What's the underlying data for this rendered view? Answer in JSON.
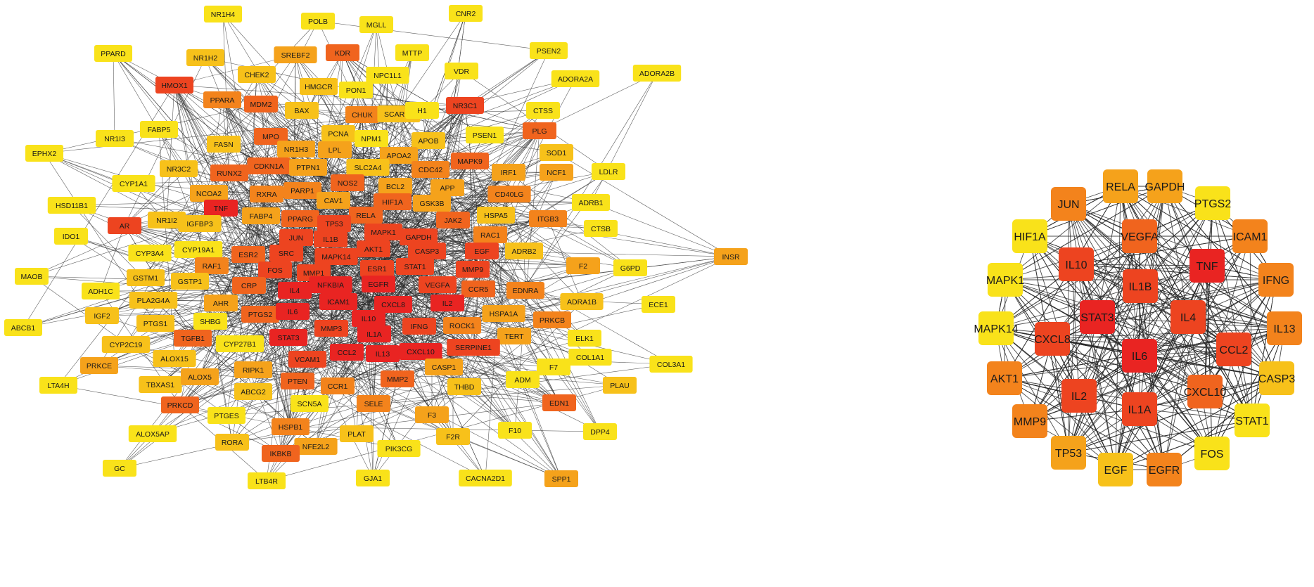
{
  "colors": {
    "level_0": "#f9e21a",
    "level_1": "#f7c11a",
    "level_2": "#f5a21b",
    "level_3": "#f3831c",
    "level_4": "#f0641e",
    "level_5": "#ed4420",
    "level_6": "#e92422",
    "edge": "#2b2b2b"
  },
  "full_network": {
    "nodes": [
      {
        "label": "NR1H4",
        "level": 0
      },
      {
        "label": "POLB",
        "level": 0
      },
      {
        "label": "MGLL",
        "level": 0
      },
      {
        "label": "CNR2",
        "level": 0
      },
      {
        "label": "PPARD",
        "level": 0
      },
      {
        "label": "NR1H2",
        "level": 1
      },
      {
        "label": "SREBF2",
        "level": 2
      },
      {
        "label": "KDR",
        "level": 4
      },
      {
        "label": "MTTP",
        "level": 0
      },
      {
        "label": "PSEN2",
        "level": 0
      },
      {
        "label": "ADORA2A",
        "level": 0
      },
      {
        "label": "ADORA2B",
        "level": 0
      },
      {
        "label": "CHEK2",
        "level": 1
      },
      {
        "label": "NPC1L1",
        "level": 0
      },
      {
        "label": "VDR",
        "level": 0
      },
      {
        "label": "HMOX1",
        "level": 5
      },
      {
        "label": "HMGCR",
        "level": 1
      },
      {
        "label": "PON1",
        "level": 0
      },
      {
        "label": "PPARA",
        "level": 3
      },
      {
        "label": "MDM2",
        "level": 4
      },
      {
        "label": "BAX",
        "level": 1
      },
      {
        "label": "CHUK",
        "level": 3
      },
      {
        "label": "SCARB1",
        "level": 1
      },
      {
        "label": "H1",
        "level": 0
      },
      {
        "label": "NR3C1",
        "level": 5
      },
      {
        "label": "CTSS",
        "level": 0
      },
      {
        "label": "FABP5",
        "level": 0
      },
      {
        "label": "MPO",
        "level": 4
      },
      {
        "label": "PCNA",
        "level": 1
      },
      {
        "label": "NPM1",
        "level": 0
      },
      {
        "label": "APOB",
        "level": 1
      },
      {
        "label": "PSEN1",
        "level": 0
      },
      {
        "label": "PLG",
        "level": 4
      },
      {
        "label": "NR1I3",
        "level": 0
      },
      {
        "label": "FASN",
        "level": 1
      },
      {
        "label": "NR1H3",
        "level": 2
      },
      {
        "label": "LPL",
        "level": 2
      },
      {
        "label": "APOA2",
        "level": 2
      },
      {
        "label": "MAPK9",
        "level": 4
      },
      {
        "label": "SOD1",
        "level": 1
      },
      {
        "label": "EPHX2",
        "level": 0
      },
      {
        "label": "NR3C2",
        "level": 1
      },
      {
        "label": "RUNX2",
        "level": 4
      },
      {
        "label": "CDKN1A",
        "level": 4
      },
      {
        "label": "PTPN1",
        "level": 2
      },
      {
        "label": "SLC2A4",
        "level": 1
      },
      {
        "label": "CDC42",
        "level": 3
      },
      {
        "label": "IRF1",
        "level": 2
      },
      {
        "label": "NCF1",
        "level": 2
      },
      {
        "label": "LDLR",
        "level": 0
      },
      {
        "label": "CYP1A1",
        "level": 0
      },
      {
        "label": "NCOA2",
        "level": 2
      },
      {
        "label": "NOS2",
        "level": 4
      },
      {
        "label": "BCL2",
        "level": 2
      },
      {
        "label": "APP",
        "level": 2
      },
      {
        "label": "CD40LG",
        "level": 3
      },
      {
        "label": "RXRA",
        "level": 3
      },
      {
        "label": "PARP1",
        "level": 3
      },
      {
        "label": "HSD11B1",
        "level": 0
      },
      {
        "label": "TNF",
        "level": 6
      },
      {
        "label": "CAV1",
        "level": 2
      },
      {
        "label": "HIF1A",
        "level": 4
      },
      {
        "label": "GSK3B",
        "level": 2
      },
      {
        "label": "ADRB1",
        "level": 0
      },
      {
        "label": "AR",
        "level": 5
      },
      {
        "label": "NR1I2",
        "level": 1
      },
      {
        "label": "IGFBP3",
        "level": 1
      },
      {
        "label": "FABP4",
        "level": 2
      },
      {
        "label": "PPARG",
        "level": 4
      },
      {
        "label": "RELA",
        "level": 4
      },
      {
        "label": "JAK2",
        "level": 4
      },
      {
        "label": "HSPA5",
        "level": 1
      },
      {
        "label": "ITGB3",
        "level": 3
      },
      {
        "label": "IDO1",
        "level": 0
      },
      {
        "label": "TP53",
        "level": 5
      },
      {
        "label": "CTSB",
        "level": 0
      },
      {
        "label": "INSR",
        "level": 2
      },
      {
        "label": "JUN",
        "level": 5
      },
      {
        "label": "IL1B",
        "level": 5
      },
      {
        "label": "MAPK1",
        "level": 5
      },
      {
        "label": "RAC1",
        "level": 3
      },
      {
        "label": "CYP3A4",
        "level": 0
      },
      {
        "label": "CYP19A1",
        "level": 0
      },
      {
        "label": "ESR2",
        "level": 4
      },
      {
        "label": "SRC",
        "level": 5
      },
      {
        "label": "GAPDH",
        "level": 5
      },
      {
        "label": "AKT1",
        "level": 5
      },
      {
        "label": "CASP3",
        "level": 5
      },
      {
        "label": "EGF",
        "level": 5
      },
      {
        "label": "ADRB2",
        "level": 1
      },
      {
        "label": "MAOB",
        "level": 0
      },
      {
        "label": "RAF1",
        "level": 3
      },
      {
        "label": "MAPK14",
        "level": 5
      },
      {
        "label": "ESR1",
        "level": 5
      },
      {
        "label": "STAT1",
        "level": 5
      },
      {
        "label": "F2",
        "level": 2
      },
      {
        "label": "G6PD",
        "level": 0
      },
      {
        "label": "GSTM1",
        "level": 1
      },
      {
        "label": "FOS",
        "level": 5
      },
      {
        "label": "MMP1",
        "level": 5
      },
      {
        "label": "MMP9",
        "level": 5
      },
      {
        "label": "ADH1C",
        "level": 0
      },
      {
        "label": "GSTP1",
        "level": 1
      },
      {
        "label": "CRP",
        "level": 4
      },
      {
        "label": "NFKBIA",
        "level": 6
      },
      {
        "label": "EGFR",
        "level": 6
      },
      {
        "label": "VEGFA",
        "level": 5
      },
      {
        "label": "EDNRA",
        "level": 3
      },
      {
        "label": "IL4",
        "level": 6
      },
      {
        "label": "CCR5",
        "level": 4
      },
      {
        "label": "PLA2G4A",
        "level": 1
      },
      {
        "label": "AHR",
        "level": 2
      },
      {
        "label": "ADRA1B",
        "level": 1
      },
      {
        "label": "ECE1",
        "level": 0
      },
      {
        "label": "ICAM1",
        "level": 6
      },
      {
        "label": "CXCL8",
        "level": 6
      },
      {
        "label": "IGF2",
        "level": 1
      },
      {
        "label": "PTGS2",
        "level": 4
      },
      {
        "label": "IL6",
        "level": 6
      },
      {
        "label": "IL2",
        "level": 6
      },
      {
        "label": "HSPA1A",
        "level": 2
      },
      {
        "label": "SHBG",
        "level": 0
      },
      {
        "label": "IL10",
        "level": 6
      },
      {
        "label": "ROCK1",
        "level": 3
      },
      {
        "label": "PRKCB",
        "level": 3
      },
      {
        "label": "ABCB1",
        "level": 0
      },
      {
        "label": "PTGS1",
        "level": 1
      },
      {
        "label": "MMP3",
        "level": 5
      },
      {
        "label": "IFNG",
        "level": 5
      },
      {
        "label": "TGFB1",
        "level": 4
      },
      {
        "label": "IL1A",
        "level": 6
      },
      {
        "label": "TERT",
        "level": 2
      },
      {
        "label": "STAT3",
        "level": 6
      },
      {
        "label": "CYP27B1",
        "level": 0
      },
      {
        "label": "ELK1",
        "level": 0
      },
      {
        "label": "CYP2C19",
        "level": 1
      },
      {
        "label": "SERPINE1",
        "level": 5
      },
      {
        "label": "CCL2",
        "level": 6
      },
      {
        "label": "IL13",
        "level": 6
      },
      {
        "label": "CXCL10",
        "level": 6
      },
      {
        "label": "ALOX15",
        "level": 1
      },
      {
        "label": "PRKCE",
        "level": 2
      },
      {
        "label": "VCAM1",
        "level": 5
      },
      {
        "label": "COL1A1",
        "level": 0
      },
      {
        "label": "COL3A1",
        "level": 0
      },
      {
        "label": "RIPK1",
        "level": 2
      },
      {
        "label": "F7",
        "level": 0
      },
      {
        "label": "CASP1",
        "level": 2
      },
      {
        "label": "TBXAS1",
        "level": 1
      },
      {
        "label": "ALOX5",
        "level": 2
      },
      {
        "label": "LTA4H",
        "level": 0
      },
      {
        "label": "PTEN",
        "level": 4
      },
      {
        "label": "CCR1",
        "level": 3
      },
      {
        "label": "MMP2",
        "level": 4
      },
      {
        "label": "ADM",
        "level": 0
      },
      {
        "label": "THBD",
        "level": 1
      },
      {
        "label": "PLAU",
        "level": 1
      },
      {
        "label": "ABCG2",
        "level": 1
      },
      {
        "label": "SCN5A",
        "level": 0
      },
      {
        "label": "SELE",
        "level": 3
      },
      {
        "label": "PRKCD",
        "level": 4
      },
      {
        "label": "PTGES",
        "level": 0
      },
      {
        "label": "EDN1",
        "level": 4
      },
      {
        "label": "F3",
        "level": 2
      },
      {
        "label": "ALOX5AP",
        "level": 0
      },
      {
        "label": "HSPB1",
        "level": 3
      },
      {
        "label": "DPP4",
        "level": 0
      },
      {
        "label": "F10",
        "level": 0
      },
      {
        "label": "PLAT",
        "level": 1
      },
      {
        "label": "F2R",
        "level": 1
      },
      {
        "label": "RORA",
        "level": 1
      },
      {
        "label": "NFE2L2",
        "level": 2
      },
      {
        "label": "IKBKB",
        "level": 4
      },
      {
        "label": "PIK3CG",
        "level": 0
      },
      {
        "label": "GC",
        "level": 0
      },
      {
        "label": "GJA1",
        "level": 0
      },
      {
        "label": "CACNA2D1",
        "level": 0
      },
      {
        "label": "SPP1",
        "level": 2
      },
      {
        "label": "LTB4R",
        "level": 0
      }
    ]
  },
  "hub_network": {
    "nodes": [
      {
        "label": "RELA",
        "level": 2
      },
      {
        "label": "GAPDH",
        "level": 2
      },
      {
        "label": "PTGS2",
        "level": 0
      },
      {
        "label": "ICAM1",
        "level": 3
      },
      {
        "label": "IFNG",
        "level": 3
      },
      {
        "label": "IL13",
        "level": 3
      },
      {
        "label": "CASP3",
        "level": 1
      },
      {
        "label": "STAT1",
        "level": 0
      },
      {
        "label": "FOS",
        "level": 0
      },
      {
        "label": "EGFR",
        "level": 3
      },
      {
        "label": "EGF",
        "level": 1
      },
      {
        "label": "TP53",
        "level": 2
      },
      {
        "label": "MMP9",
        "level": 3
      },
      {
        "label": "AKT1",
        "level": 3
      },
      {
        "label": "MAPK14",
        "level": 0
      },
      {
        "label": "MAPK1",
        "level": 0
      },
      {
        "label": "HIF1A",
        "level": 0
      },
      {
        "label": "JUN",
        "level": 3
      },
      {
        "label": "VEGFA",
        "level": 4
      },
      {
        "label": "TNF",
        "level": 6
      },
      {
        "label": "IL4",
        "level": 5
      },
      {
        "label": "CCL2",
        "level": 5
      },
      {
        "label": "CXCL10",
        "level": 4
      },
      {
        "label": "IL1A",
        "level": 5
      },
      {
        "label": "IL2",
        "level": 5
      },
      {
        "label": "CXCL8",
        "level": 5
      },
      {
        "label": "IL10",
        "level": 5
      },
      {
        "label": "IL1B",
        "level": 5
      },
      {
        "label": "STAT3",
        "level": 6
      },
      {
        "label": "IL6",
        "level": 6
      }
    ]
  }
}
